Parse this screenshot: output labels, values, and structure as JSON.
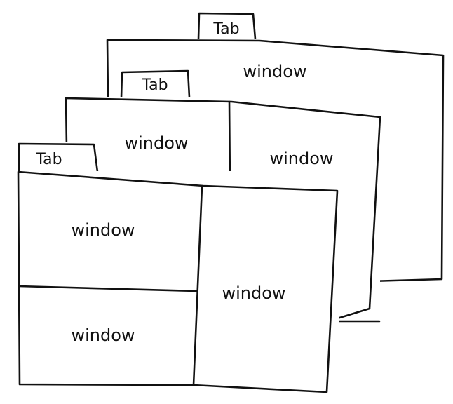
{
  "colors": {
    "ink": "#111111",
    "paper": "#ffffff"
  },
  "back_stack": {
    "tab_label": "Tab",
    "windows": [
      {
        "label": "window"
      }
    ]
  },
  "middle_stack": {
    "tab_label": "Tab",
    "windows": [
      {
        "label": "window"
      },
      {
        "label": "window"
      }
    ]
  },
  "front_stack": {
    "tab_label": "Tab",
    "windows": [
      {
        "label": "window"
      },
      {
        "label": "window"
      },
      {
        "label": "window"
      }
    ]
  }
}
